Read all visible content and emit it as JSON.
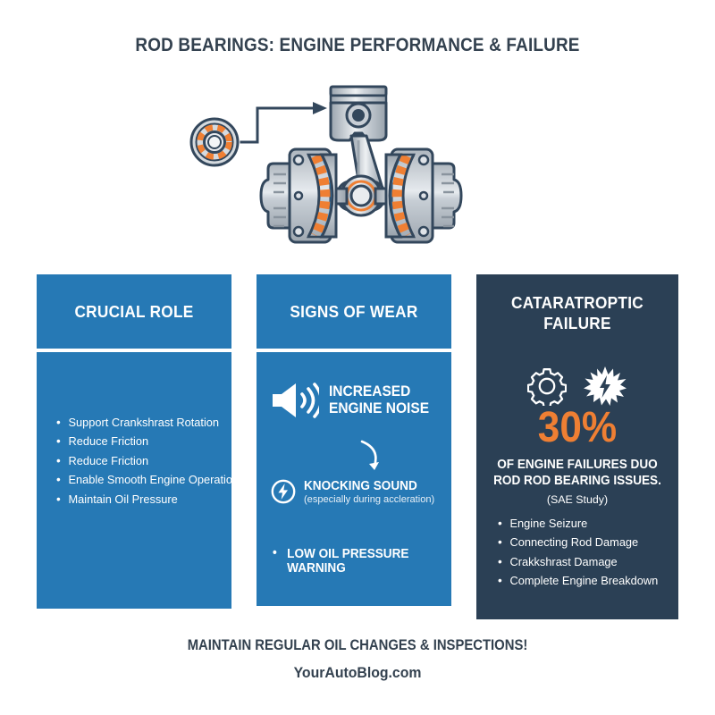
{
  "title": "ROD BEARINGS: ENGINE PERFORMANCE & FAILURE",
  "illustration": {
    "bearing_icon": "roller-bearing-icon",
    "piston_icon": "piston-icon",
    "crankshaft_icon": "crankshaft-icon",
    "arrow_icon": "elbow-arrow-icon"
  },
  "panels": [
    {
      "heading": "CRUCIAL ROLE",
      "bullets": [
        "Support Crankshrast Rotation",
        "Reduce Friction",
        "Reduce Friction",
        "Enable Smooth Engine Operation",
        "Maintain Oil Pressure"
      ]
    },
    {
      "heading": "SIGNS OF WEAR",
      "noise": "INCREASED\nENGINE NOISE",
      "noise_line1": "INCREASED",
      "noise_line2": "ENGINE NOISE",
      "knocking_title": "KNOCKING SOUND",
      "knocking_sub": "(especially during accleration)",
      "low_oil": "LOW OIL PRESSURE WARNING"
    },
    {
      "heading_line1": "CATARATROPTIC",
      "heading_line2": "FAILURE",
      "stat_number": "30%",
      "stat_caption_line1": "OF ENGINE FAILURES DUO",
      "stat_caption_line2": "ROD ROD BEARING ISSUES.",
      "stat_source": "(SAE Study)",
      "bullets": [
        "Engine Seizure",
        "Connecting Rod Damage",
        "Crakkshrast Damage",
        "Complete Engine Breakdown"
      ]
    }
  ],
  "footer": {
    "line1": "MAINTAIN REGULAR OIL CHANGES & INSPECTIONS!",
    "line2": "YourAutoBlog.com"
  },
  "colors": {
    "blue_panel": "#2679b5",
    "dark_panel": "#2b4055",
    "orange_accent": "#ef7f33",
    "text_dark": "#33414f",
    "metal_gray": "#b9bfc6",
    "outline": "#33475c"
  }
}
